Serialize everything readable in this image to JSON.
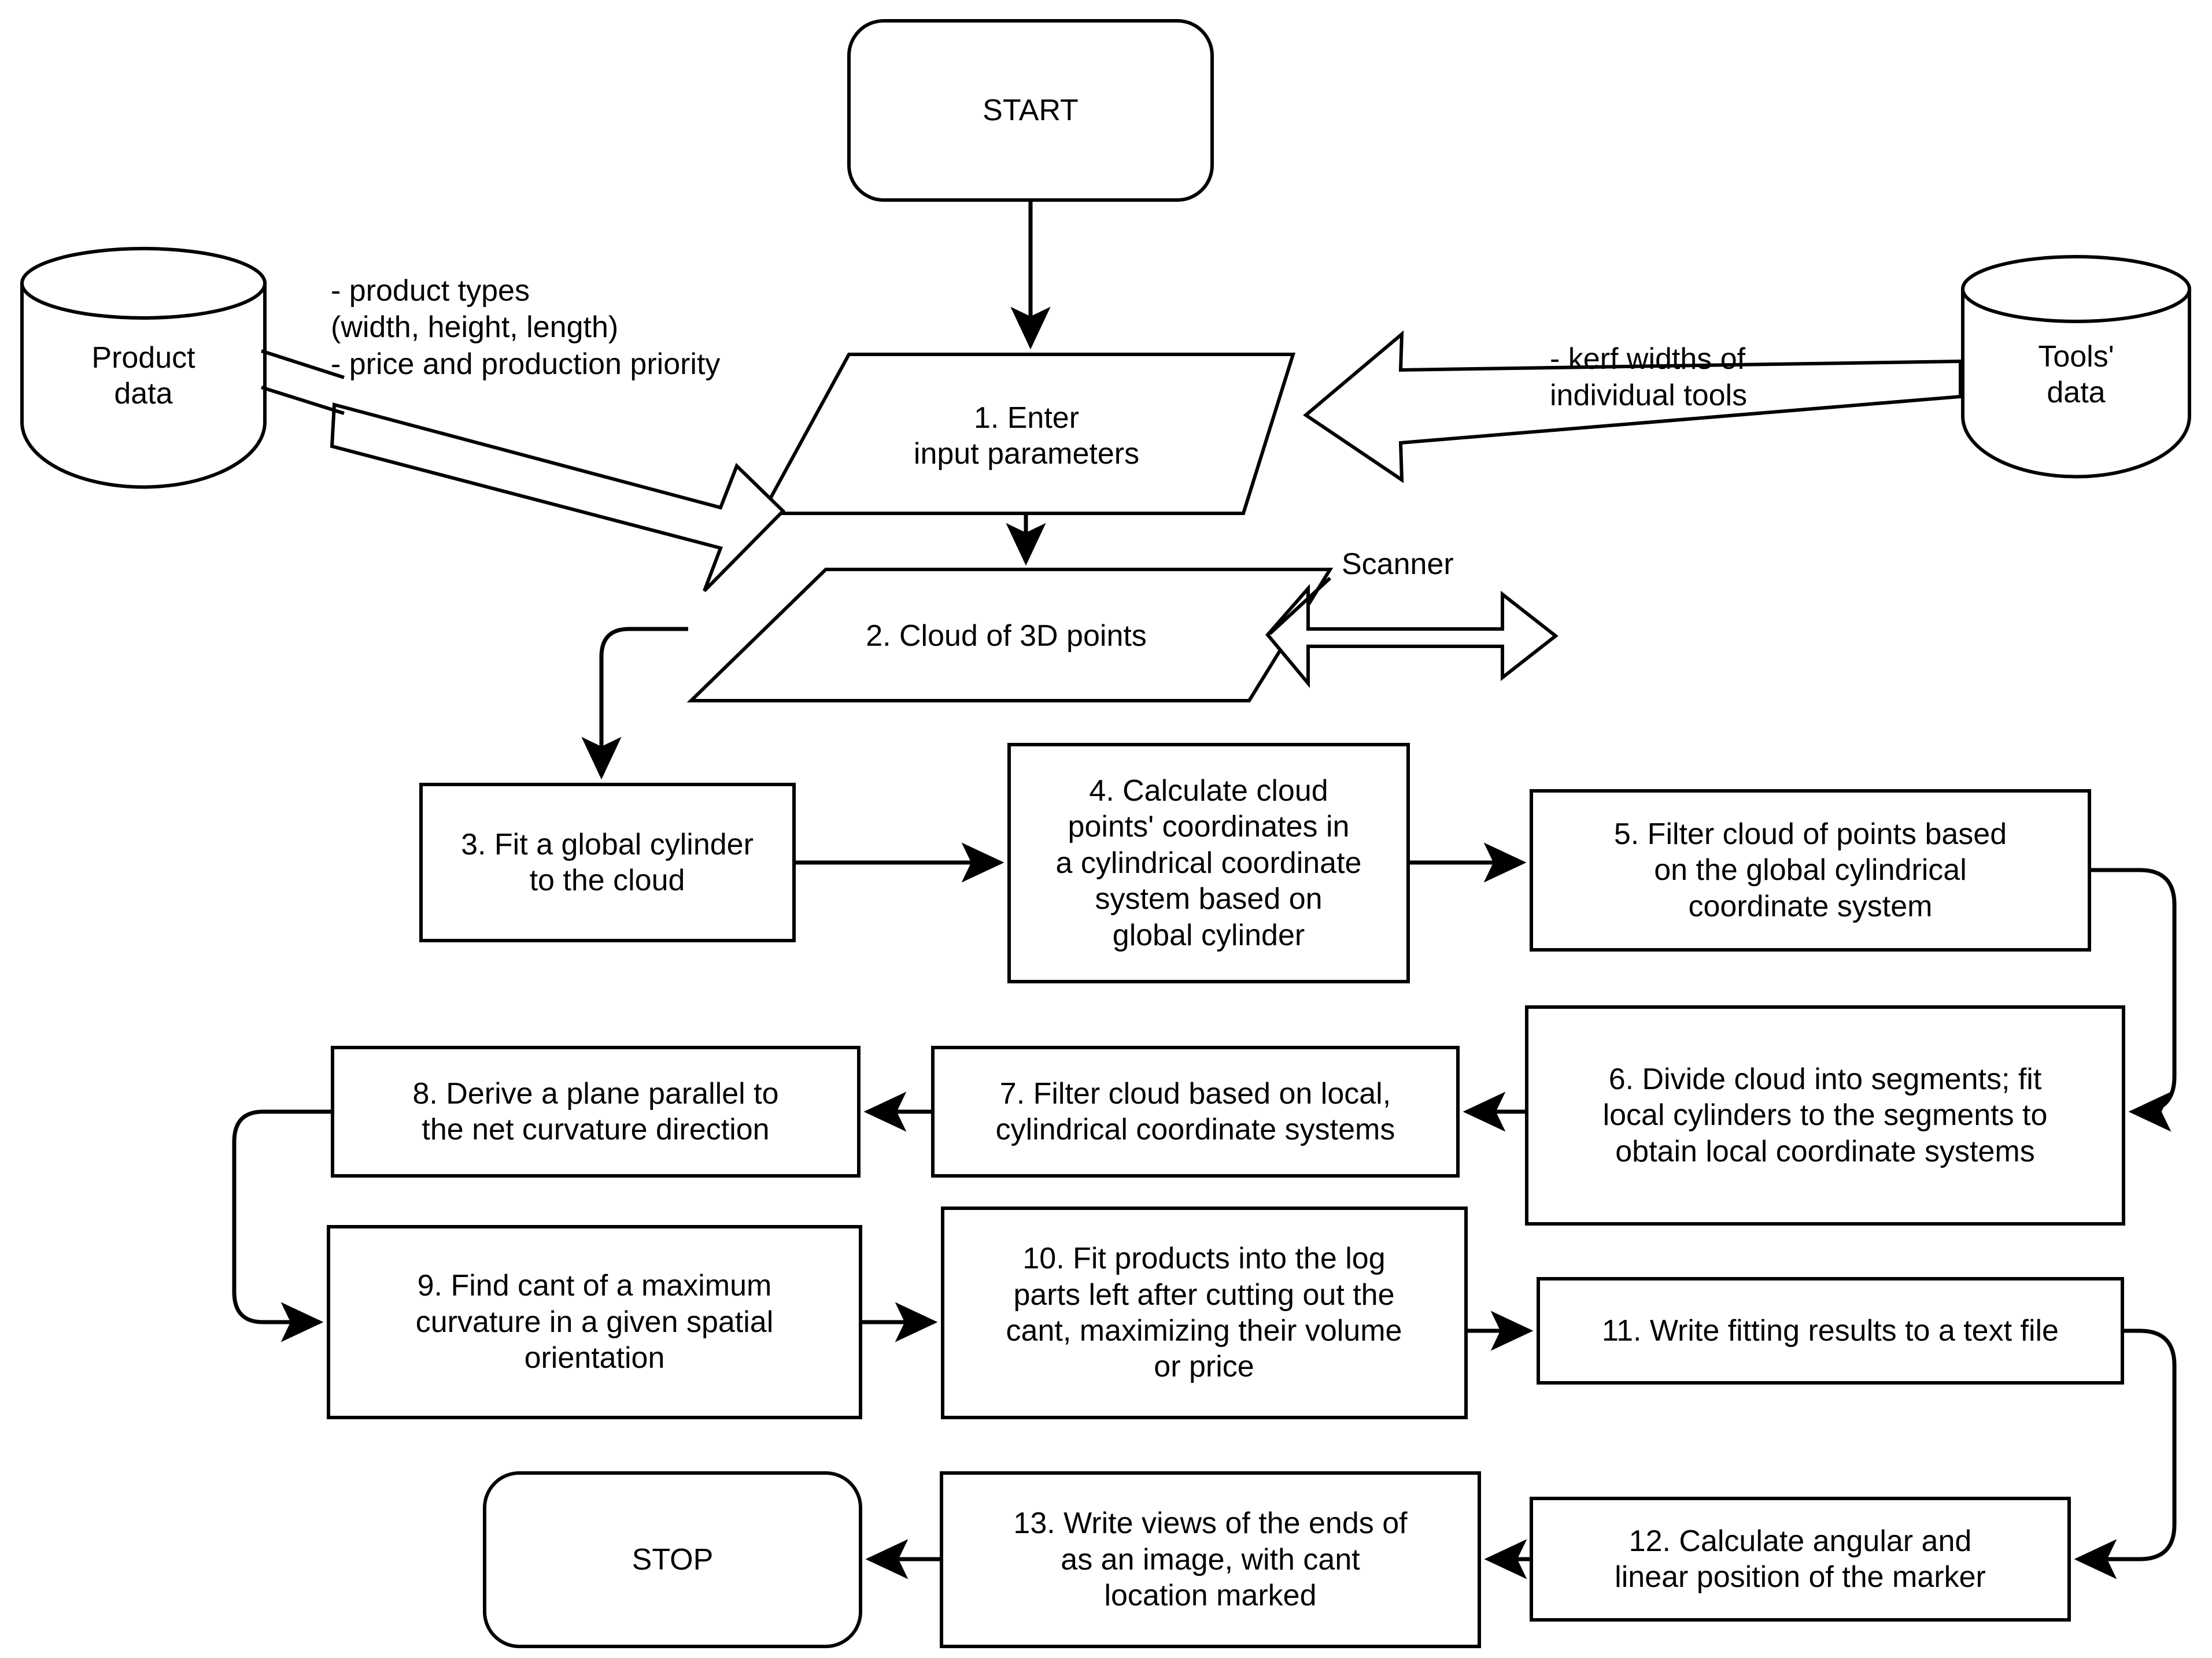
{
  "diagram": {
    "title": "Log scanning and product fitting algorithm flowchart",
    "line_color": "#000000",
    "fill_color": "#ffffff",
    "text_color": "#000000"
  },
  "nodes": {
    "start": {
      "label": "START",
      "shape": "rounded-terminator"
    },
    "stop": {
      "label": "STOP",
      "shape": "rounded-terminator"
    },
    "step1": {
      "label": "1. Enter\ninput parameters",
      "shape": "parallelogram"
    },
    "step2": {
      "label": "2. Cloud of 3D points",
      "shape": "parallelogram"
    },
    "step3": {
      "label": "3. Fit a global cylinder\nto the cloud",
      "shape": "process"
    },
    "step4": {
      "label": "4. Calculate cloud\npoints' coordinates in\na cylindrical coordinate\nsystem based on\nglobal cylinder",
      "shape": "process"
    },
    "step5": {
      "label": "5. Filter cloud of points based\non the global cylindrical\ncoordinate system",
      "shape": "process"
    },
    "step6": {
      "label": "6. Divide cloud into segments; fit\nlocal cylinders to the segments to\nobtain local coordinate systems",
      "shape": "process"
    },
    "step7": {
      "label": "7. Filter cloud based on local,\ncylindrical coordinate systems",
      "shape": "process"
    },
    "step8": {
      "label": "8. Derive a plane parallel to\nthe net curvature direction",
      "shape": "process"
    },
    "step9": {
      "label": "9. Find cant of a maximum\ncurvature in a given spatial\norientation",
      "shape": "process"
    },
    "step10": {
      "label": "10. Fit products into the log\nparts left after cutting out the\ncant, maximizing their volume\nor price",
      "shape": "process"
    },
    "step11": {
      "label": "11. Write fitting results to a text file",
      "shape": "process"
    },
    "step12": {
      "label": "12. Calculate angular and\nlinear position of the marker",
      "shape": "process"
    },
    "step13": {
      "label": "13. Write views of the ends of\nas an image, with cant\nlocation marked",
      "shape": "process"
    }
  },
  "datastores": {
    "product_data": {
      "label": "Product\ndata",
      "shape": "cylinder"
    },
    "tools_data": {
      "label": "Tools'\ndata",
      "shape": "cylinder"
    }
  },
  "annotations": {
    "product_inputs": "- product types\n(width, height, length)\n- price and production priority",
    "tools_inputs": "- kerf widths of\nindividual tools",
    "scanner": "Scanner"
  },
  "edges": [
    {
      "from": "start",
      "to": "step1",
      "kind": "arrow"
    },
    {
      "from": "product_data",
      "to": "step1",
      "kind": "block-arrow"
    },
    {
      "from": "tools_data",
      "to": "step1",
      "kind": "block-arrow"
    },
    {
      "from": "step1",
      "to": "step2",
      "kind": "arrow"
    },
    {
      "from": "scanner",
      "to": "step2",
      "kind": "block-arrow"
    },
    {
      "from": "step2",
      "to": "step3",
      "kind": "elbow-arrow"
    },
    {
      "from": "step3",
      "to": "step4",
      "kind": "arrow"
    },
    {
      "from": "step4",
      "to": "step5",
      "kind": "arrow"
    },
    {
      "from": "step5",
      "to": "step6",
      "kind": "elbow-arrow"
    },
    {
      "from": "step6",
      "to": "step7",
      "kind": "arrow"
    },
    {
      "from": "step7",
      "to": "step8",
      "kind": "arrow"
    },
    {
      "from": "step8",
      "to": "step9",
      "kind": "elbow-arrow"
    },
    {
      "from": "step9",
      "to": "step10",
      "kind": "arrow"
    },
    {
      "from": "step10",
      "to": "step11",
      "kind": "arrow"
    },
    {
      "from": "step11",
      "to": "step12",
      "kind": "elbow-arrow"
    },
    {
      "from": "step12",
      "to": "step13",
      "kind": "arrow"
    },
    {
      "from": "step13",
      "to": "stop",
      "kind": "arrow"
    }
  ]
}
